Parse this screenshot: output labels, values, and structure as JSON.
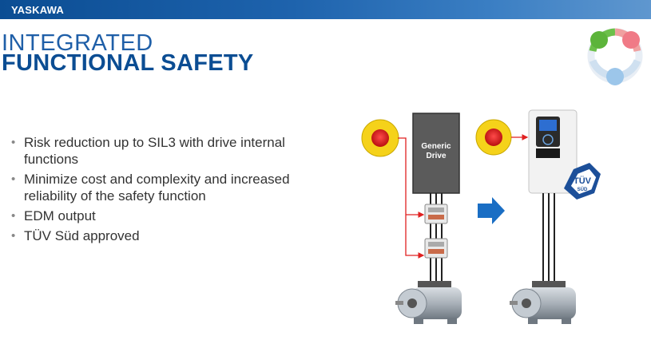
{
  "header": {
    "brand": "YASKAWA"
  },
  "title": {
    "line1": "INTEGRATED",
    "line2": "FUNCTIONAL SAFETY"
  },
  "bullets": [
    "Risk reduction up to SIL3 with drive internal functions",
    "Minimize cost and complexity and increased reliability of the safety function",
    "EDM output",
    "TÜV Süd approved"
  ],
  "diagram": {
    "generic_drive_line1": "Generic",
    "generic_drive_line2": "Drive",
    "tuv_line1": "TÜV",
    "tuv_line2": "SÜD"
  },
  "colors": {
    "brand_blue": "#0b4d93",
    "title_blue": "#1f5fa8",
    "arrow_blue": "#1a6ec4",
    "wire_red": "#e02020"
  },
  "icons": [
    "cycle-logo-icon",
    "emergency-stop-icon",
    "contactor-icon",
    "motor-icon",
    "yaskawa-drive-icon",
    "tuv-badge-icon",
    "right-arrow-icon"
  ]
}
